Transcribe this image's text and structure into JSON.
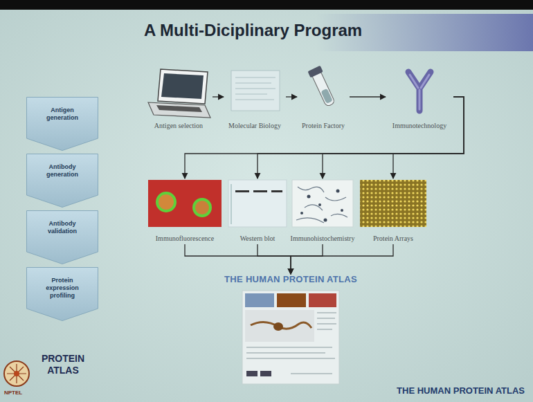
{
  "diagram": {
    "title": "A Multi-Diciplinary Program",
    "nodes": [
      {
        "text": [
          "Antigen generation"
        ]
      },
      {
        "text": [
          "Antibody generation"
        ]
      },
      {
        "text": [
          "Antibody validation"
        ]
      },
      {
        "text": [
          "Protein expression profiling"
        ]
      },
      {
        "text": [
          "Antigen selection"
        ]
      },
      {
        "text": [
          "Molecular Biology"
        ]
      },
      {
        "text": [
          "Protein Factory"
        ]
      },
      {
        "text": [
          "Immunotechnology"
        ]
      },
      {
        "text": [
          "Immunofluorescence"
        ]
      },
      {
        "text": [
          "Western blot"
        ]
      },
      {
        "text": [
          "Immunohistochemistry"
        ]
      },
      {
        "text": [
          "Protein Arrays"
        ]
      },
      {
        "text": [
          "THE HUMAN PROTEIN ATLAS"
        ]
      }
    ],
    "edges": [
      {
        "from": 4,
        "to": 5,
        "arrow": "to"
      },
      {
        "from": 5,
        "to": 6,
        "arrow": "to"
      },
      {
        "from": 6,
        "to": 7,
        "arrow": "to"
      },
      {
        "from": 7,
        "to": 8,
        "arrow": "to"
      },
      {
        "from": 7,
        "to": 9,
        "arrow": "to"
      },
      {
        "from": 7,
        "to": 10,
        "arrow": "to"
      },
      {
        "from": 7,
        "to": 11,
        "arrow": "to"
      },
      {
        "from": 8,
        "to": 12,
        "arrow": "to"
      },
      {
        "from": 9,
        "to": 12,
        "arrow": "to"
      },
      {
        "from": 10,
        "to": 12,
        "arrow": "to"
      },
      {
        "from": 11,
        "to": 12,
        "arrow": "to"
      }
    ],
    "labels": [
      "PROTEIN ATLAS",
      "THE HUMAN PROTEIN ATLAS",
      "NPTEL"
    ]
  }
}
